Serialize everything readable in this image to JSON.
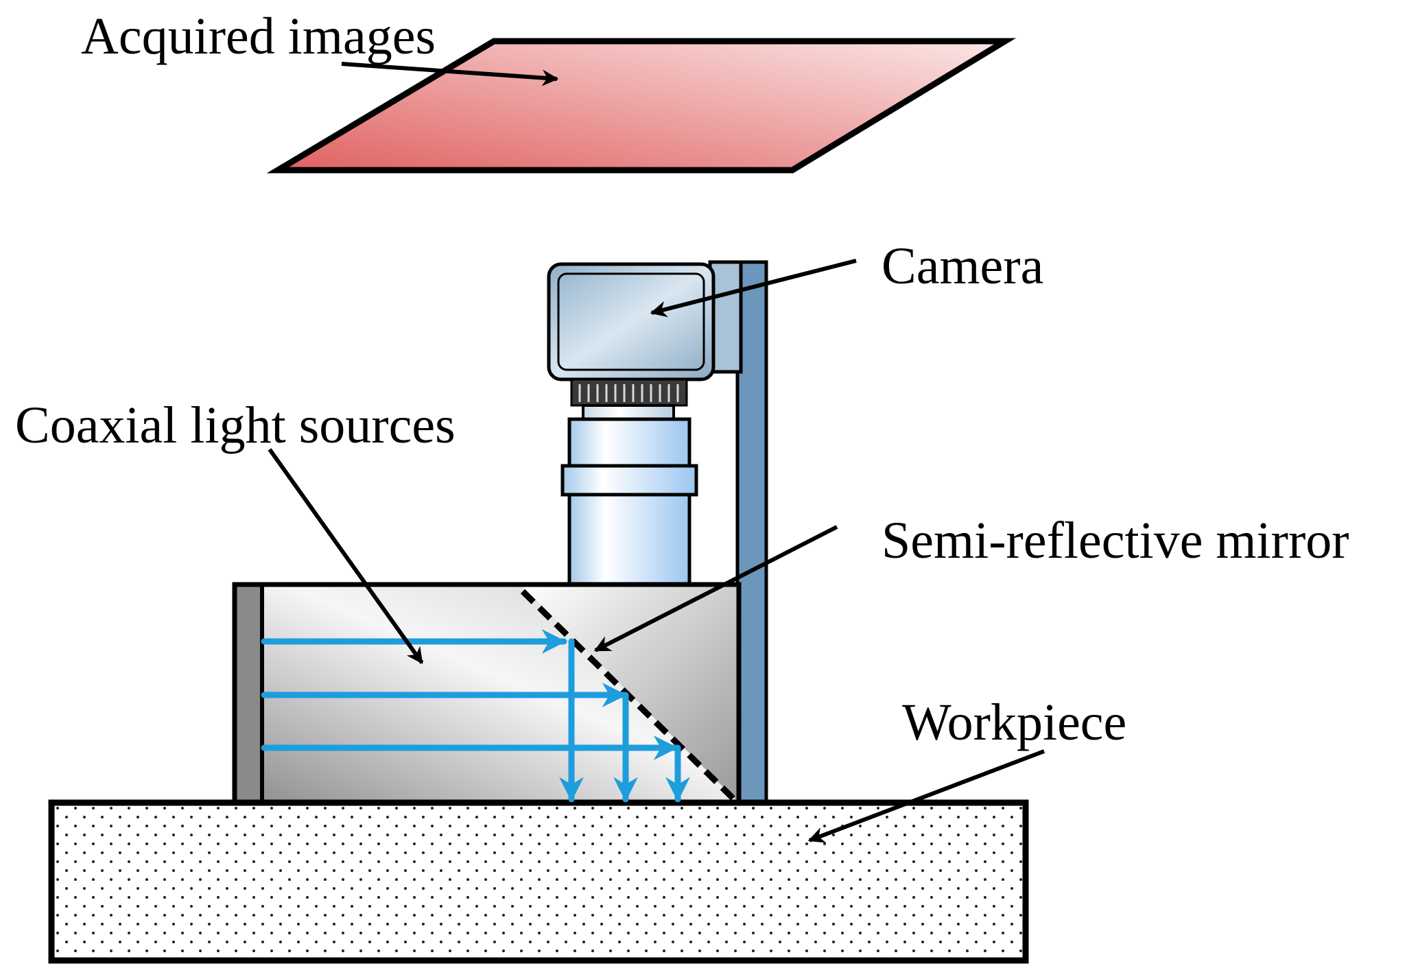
{
  "labels": {
    "acquired_images": "Acquired images",
    "camera": "Camera",
    "coaxial_light_sources": "Coaxial light sources",
    "semi_reflective_mirror": "Semi-reflective mirror",
    "workpiece": "Workpiece"
  },
  "colors": {
    "image_plane_dark": "#e06262",
    "image_plane_light": "#fae3e3",
    "light_ray": "#1e9ddd",
    "support_bar": "#6d96bc",
    "camera_body": "#a9c2d6",
    "lens_blue": "#b0d2ef",
    "housing_gray": "#b0b0b0",
    "outline": "#000000"
  }
}
